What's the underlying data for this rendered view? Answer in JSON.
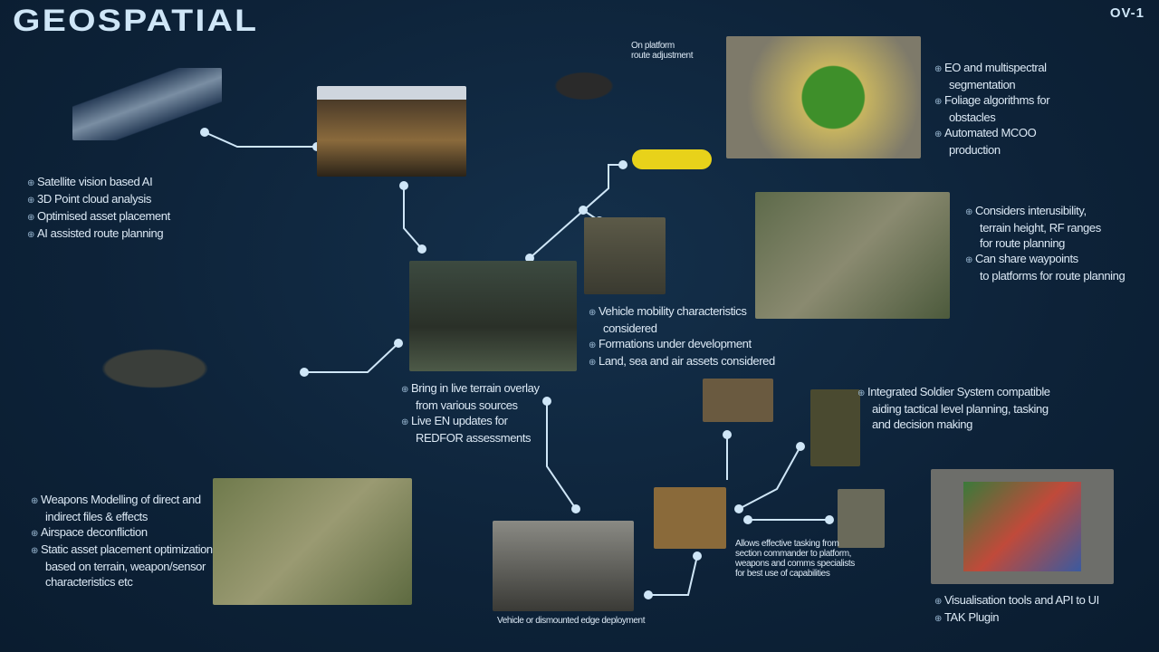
{
  "header": {
    "title": "GEOSPATIAL",
    "tag": "OV-1"
  },
  "satellite": {
    "bullets": [
      "Satellite vision based AI",
      "3D Point cloud analysis",
      "Optimised asset placement",
      "AI assisted route planning"
    ]
  },
  "drone": {
    "caption": "On platform route adjustment"
  },
  "segmentation": {
    "bullets": [
      [
        "EO and multispectral",
        "segmentation"
      ],
      [
        "Foliage algorithms for",
        "obstacles"
      ],
      [
        "Automated MCOO",
        "production"
      ]
    ]
  },
  "route": {
    "bullets": [
      [
        "Considers interusibility,",
        "terrain height, RF ranges",
        "for route planning"
      ],
      [
        "Can share waypoints",
        "to platforms for route planning"
      ]
    ]
  },
  "vehicle": {
    "bullets": [
      [
        "Vehicle mobility characteristics",
        "considered"
      ],
      [
        "Formations under development"
      ],
      [
        "Land, sea and air assets considered"
      ]
    ]
  },
  "command": {
    "bullets": [
      [
        "Bring in live terrain overlay",
        "from various sources"
      ],
      [
        "Live EN updates for",
        "REDFOR assessments"
      ]
    ]
  },
  "soldier": {
    "lines": [
      "Integrated Soldier System compatible",
      "aiding tactical level planning, tasking",
      "and decision making"
    ]
  },
  "weapons": {
    "bullets": [
      [
        "Weapons Modelling of direct and",
        "indirect files & effects"
      ],
      [
        "Airspace deconfliction"
      ],
      [
        "Static asset placement optimization",
        "based on terrain, weapon/sensor",
        "characteristics etc"
      ]
    ]
  },
  "edge": {
    "caption": "Vehicle or dismounted edge deployment"
  },
  "tasking": {
    "lines": [
      "Allows effective tasking from",
      "section commander to platform,",
      "weapons and comms specialists",
      "for best use of capabilities"
    ]
  },
  "tools": {
    "bullets": [
      "Visualisation tools and API to UI",
      "TAK Plugin"
    ]
  }
}
